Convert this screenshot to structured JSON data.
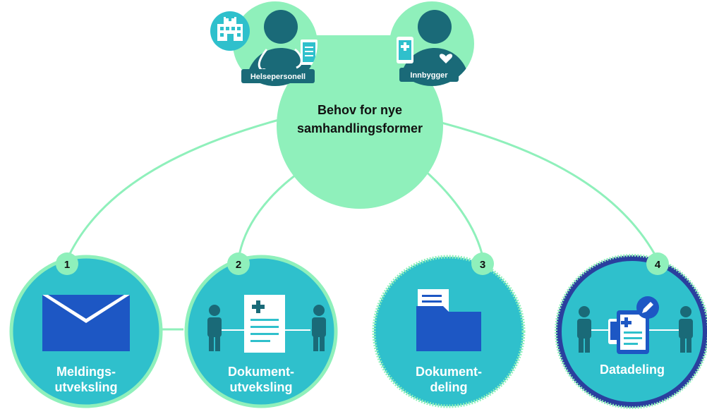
{
  "center": {
    "title_line1": "Behov for nye",
    "title_line2": "samhandlingsformer"
  },
  "actors": [
    {
      "label": "Helsepersonell",
      "icon": "health-professional-icon"
    },
    {
      "label": "Innbygger",
      "icon": "citizen-icon"
    }
  ],
  "nodes": [
    {
      "number": "1",
      "line1": "Meldings-",
      "line2": "utveksling",
      "icon": "envelope-icon"
    },
    {
      "number": "2",
      "line1": "Dokument-",
      "line2": "utveksling",
      "icon": "document-icon"
    },
    {
      "number": "3",
      "line1": "Dokument-",
      "line2": "deling",
      "icon": "folder-icon"
    },
    {
      "number": "4",
      "line1": "Datadeling",
      "line2": "",
      "icon": "tablet-edit-icon"
    }
  ],
  "colors": {
    "mint": "#8ff0bb",
    "line": "#8ff0bb",
    "teal": "#2fc0cc",
    "dark_teal": "#1a6a78",
    "blue": "#1d57c4",
    "navy": "#2a3f9e",
    "white": "#ffffff"
  }
}
